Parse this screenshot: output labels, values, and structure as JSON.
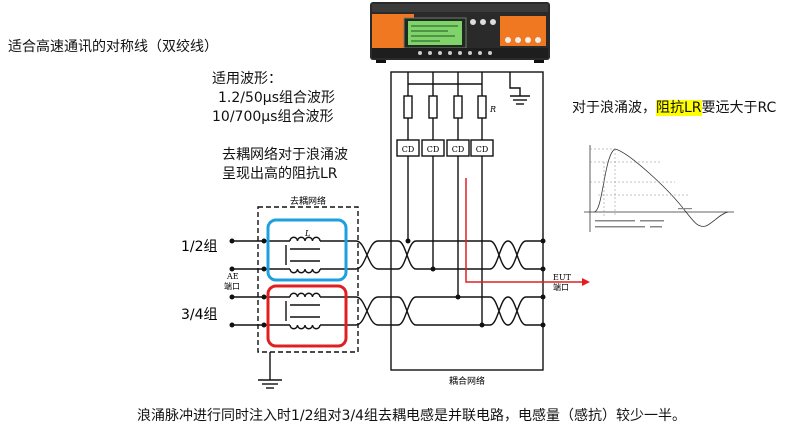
{
  "title": "适合高速通讯的对称线（双绞线）",
  "waveforms": {
    "heading": "适用波形：",
    "items": [
      "1.2/50μs组合波形",
      "10/700μs组合波形"
    ]
  },
  "decoupling_note": {
    "line1": "去耦网络对于浪涌波",
    "line2": "呈现出高的阻抗LR"
  },
  "lr_note": {
    "prefix": "对于浪涌波，",
    "highlight": "阻抗LR",
    "suffix": "要远大于RC"
  },
  "bottom_note": "浪涌脉冲进行同时注入时1/2组对3/4组去耦电感是并联电路，电感量（感抗）较少一半。",
  "diagram": {
    "decoupling_label": "去耦网络",
    "coupling_label": "耦合网络",
    "group_12": "1/2组",
    "group_34": "3/4组",
    "ae_label": "AE",
    "ae_port": "端口",
    "eut_label": "EUT",
    "eut_port": "端口",
    "inductor_label": "L",
    "resistor_label": "R",
    "cd_label": "CD"
  },
  "colors": {
    "blue_box": "#1ea0e0",
    "red_box": "#e02020",
    "red_arrow": "#e02020",
    "highlight": "#ffff00",
    "generator_orange": "#f07820"
  }
}
